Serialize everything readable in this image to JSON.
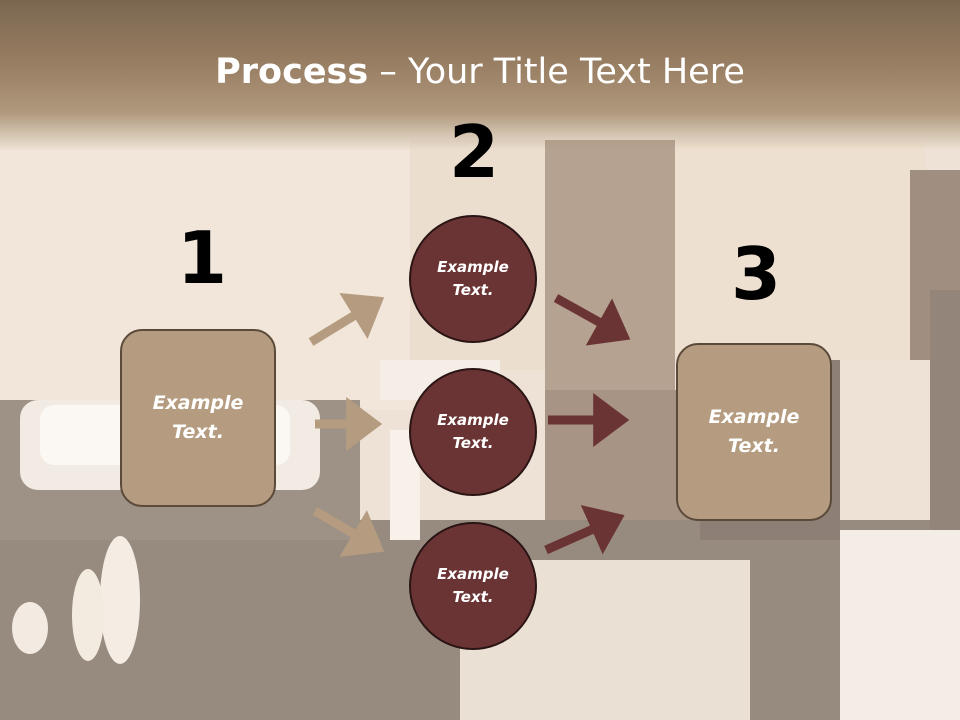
{
  "title": {
    "bold": "Process",
    "rest": " – Your Title Text Here"
  },
  "steps": {
    "n1": "1",
    "n2": "2",
    "n3": "3"
  },
  "left_box": {
    "line1": "Example",
    "line2": "Text."
  },
  "right_box": {
    "line1": "Example",
    "line2": "Text."
  },
  "circles": [
    {
      "line1": "Example",
      "line2": "Text."
    },
    {
      "line1": "Example",
      "line2": "Text."
    },
    {
      "line1": "Example",
      "line2": "Text."
    }
  ],
  "colors": {
    "box_fill": "#b59c80",
    "circle_fill": "#6b3434",
    "tan_arrow": "#b59c80",
    "maroon_arrow": "#6b3434",
    "title_text": "#ffffff"
  }
}
